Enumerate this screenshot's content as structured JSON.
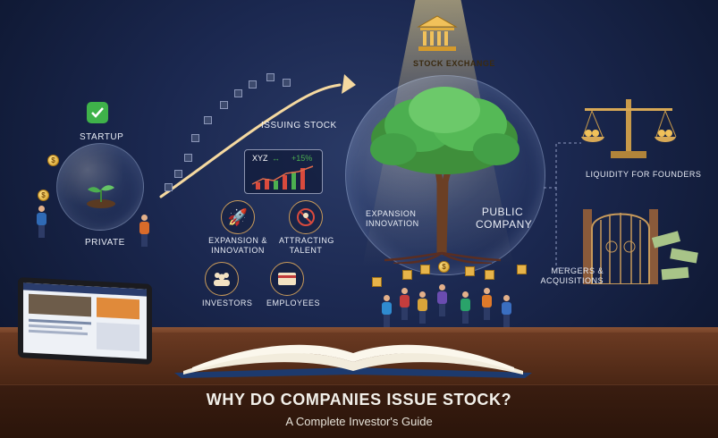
{
  "headline": {
    "title": "WHY DO COMPANIES ISSUE STOCK?",
    "subtitle": "A Complete Investor's Guide"
  },
  "labels": {
    "stock_exchange": "STOCK EXCHANGE",
    "issuing_stock": "ISSUING STOCK",
    "startup": "STARTUP",
    "private": "PRIVATE",
    "ticker": "XYZ",
    "ticker_change": "+15%",
    "expansion_innovation_left": "EXPANSION & INNOVATION",
    "attracting_talent": "ATTRACTING TALENT",
    "investors": "INVESTORS",
    "employees": "EMPLOYEES",
    "expansion_innovation_center": "EXPANSION INNOVATION",
    "public_company": "PUBLIC COMPANY",
    "liquidity_for_founders": "LIQUIDITY FOR FOUNDERS",
    "mergers_acquisitions": "MERGERS & ACQUISITIONS"
  },
  "colors": {
    "gold": "#e7b44a",
    "tree_green": "#4caf50",
    "trend_red": "#d94a3d",
    "ticker_up": "#4caf50",
    "desk_wood": "#6b3a22"
  },
  "icons": {
    "bank": "bank-icon",
    "checkmark": "checkmark-icon",
    "rocket": "rocket-icon",
    "no_people": "no-people-icon",
    "people": "people-icon",
    "card": "credit-card-icon",
    "scales": "scales-icon",
    "gate": "gate-icon"
  }
}
